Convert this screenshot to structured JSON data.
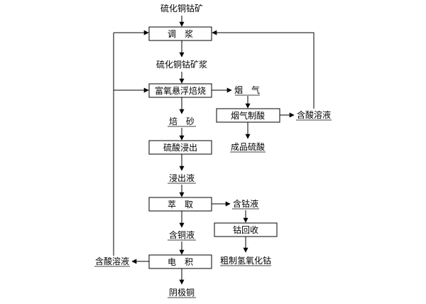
{
  "diagram": {
    "input_ore": "硫化铜钴矿",
    "pulping": "调　浆",
    "ore_slurry": "硫化铜钴矿浆",
    "roasting": "富氧悬浮焙烧",
    "flue_gas": "烟　气",
    "acid_making": "烟气制酸",
    "acid_solution_top": "含酸溶液",
    "product_acid": "成品硫酸",
    "calcine": "焙　砂",
    "leaching": "硫酸浸出",
    "leachate": "浸出液",
    "extraction": "萃　取",
    "cobalt_solution": "含钴液",
    "cobalt_recovery": "钴回收",
    "crude_cobalt_hydroxide": "粗制氢氧化钴",
    "copper_solution": "含铜液",
    "electrowinning": "电　积",
    "acid_solution_bottom": "含酸溶液",
    "cathode_copper": "阴极铜"
  }
}
